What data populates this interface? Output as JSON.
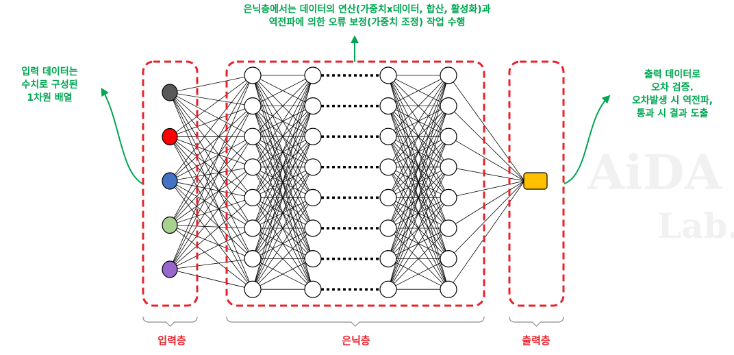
{
  "watermark": {
    "title": "AiDA",
    "subtitle": "Lab."
  },
  "annotations": {
    "top": [
      "은닉층에서는 데이터의 연산(가중치x데이터, 합산, 활성화)과",
      "역전파에 의한 오류 보정(가중치 조정) 작업 수행"
    ],
    "left": [
      "입력 데이터는",
      "수치로 구성된",
      "1차원 배열"
    ],
    "right": [
      "출력 데이터로",
      "오차 검증.",
      "오차발생 시 역전파,",
      "통과 시 결과 도출"
    ]
  },
  "layers": {
    "input": "입력층",
    "hidden": "은닉층",
    "output": "출력층"
  },
  "network": {
    "input_node_colors": [
      "#595959",
      "#ff0000",
      "#4472c4",
      "#a9d18e",
      "#9966cc"
    ],
    "hidden_columns": 4,
    "hidden_nodes_per_column": 8,
    "output_node_color": "#ffc000"
  },
  "colors": {
    "accent_green": "#00a651",
    "dashed_red": "#e8202a",
    "line": "#000000"
  }
}
